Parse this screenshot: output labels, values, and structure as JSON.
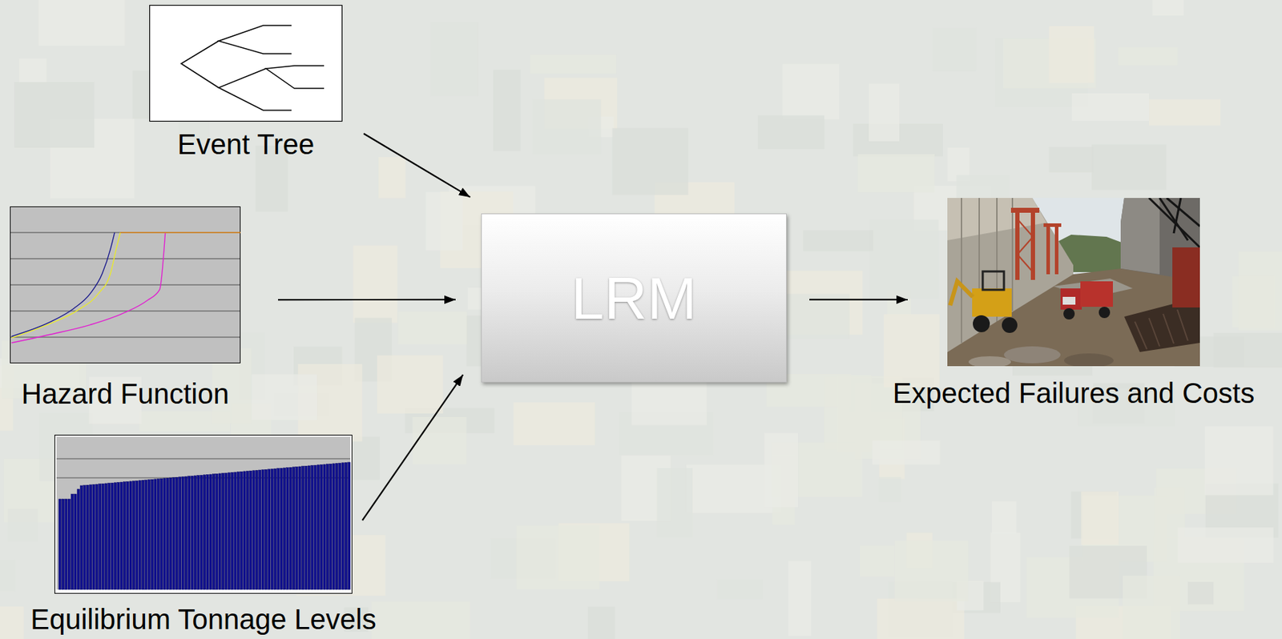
{
  "diagram": {
    "nodes": [
      {
        "text": [
          "Event Tree"
        ]
      },
      {
        "text": [
          "Hazard Function"
        ]
      },
      {
        "text": [
          "Equilibrium Tonnage Levels"
        ]
      },
      {
        "text": [
          "LRM"
        ]
      },
      {
        "text": [
          "Expected Failures and Costs"
        ]
      }
    ],
    "edges": [
      {
        "from": 0,
        "to": 3,
        "arrow": "to"
      },
      {
        "from": 1,
        "to": 3,
        "arrow": "to"
      },
      {
        "from": 2,
        "to": 3,
        "arrow": "to"
      },
      {
        "from": 3,
        "to": 4,
        "arrow": "to"
      }
    ]
  }
}
